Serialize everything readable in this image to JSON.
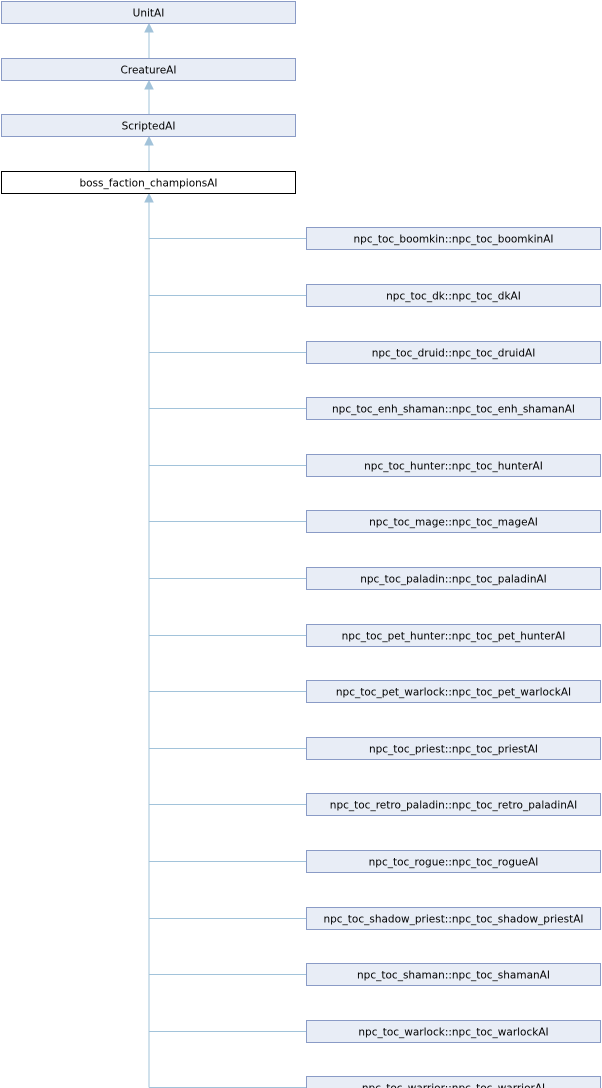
{
  "diagram": {
    "ancestors": [
      "UnitAI",
      "CreatureAI",
      "ScriptedAI"
    ],
    "current": "boss_faction_championsAI",
    "children": [
      "npc_toc_boomkin::npc_toc_boomkinAI",
      "npc_toc_dk::npc_toc_dkAI",
      "npc_toc_druid::npc_toc_druidAI",
      "npc_toc_enh_shaman::npc_toc_enh_shamanAI",
      "npc_toc_hunter::npc_toc_hunterAI",
      "npc_toc_mage::npc_toc_mageAI",
      "npc_toc_paladin::npc_toc_paladinAI",
      "npc_toc_pet_hunter::npc_toc_pet_hunterAI",
      "npc_toc_pet_warlock::npc_toc_pet_warlockAI",
      "npc_toc_priest::npc_toc_priestAI",
      "npc_toc_retro_paladin::npc_toc_retro_paladinAI",
      "npc_toc_rogue::npc_toc_rogueAI",
      "npc_toc_shadow_priest::npc_toc_shadow_priestAI",
      "npc_toc_shaman::npc_toc_shamanAI",
      "npc_toc_warlock::npc_toc_warlockAI",
      "npc_toc_warrior::npc_toc_warriorAI"
    ]
  },
  "colors": {
    "node_fill": "#e8edf6",
    "node_border": "#8a9bc6",
    "current_border": "#000000",
    "edge": "#a2c3da"
  }
}
